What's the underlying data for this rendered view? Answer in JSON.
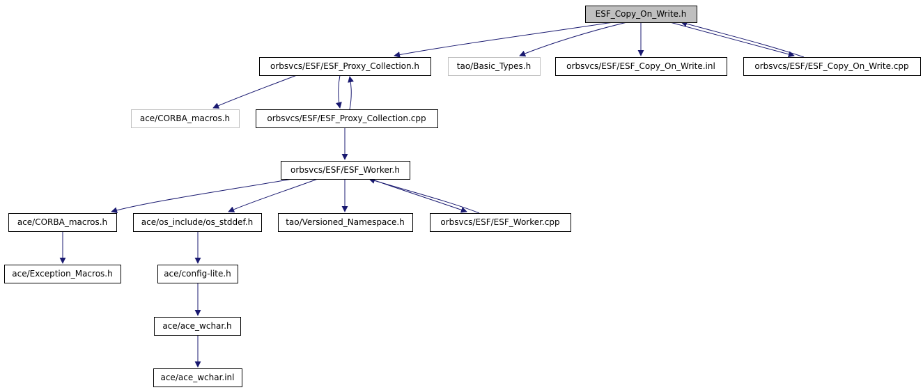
{
  "colors": {
    "edge": "#191970",
    "node_border": "#000000",
    "node_border_missing": "#bfbfbf",
    "root_fill": "#bfbfbf",
    "node_fill": "#ffffff",
    "text": "#000000"
  },
  "nodes": [
    {
      "id": "esf_copy_on_write_h",
      "label": "ESF_Copy_On_Write.h",
      "role": "root"
    },
    {
      "id": "esf_proxy_collection_h",
      "label": "orbsvcs/ESF/ESF_Proxy_Collection.h",
      "role": "normal"
    },
    {
      "id": "tao_basic_types_h",
      "label": "tao/Basic_Types.h",
      "role": "missing"
    },
    {
      "id": "esf_copy_on_write_inl",
      "label": "orbsvcs/ESF/ESF_Copy_On_Write.inl",
      "role": "normal"
    },
    {
      "id": "esf_copy_on_write_cpp",
      "label": "orbsvcs/ESF/ESF_Copy_On_Write.cpp",
      "role": "normal"
    },
    {
      "id": "ace_corba_macros_h_top",
      "label": "ace/CORBA_macros.h",
      "role": "missing"
    },
    {
      "id": "esf_proxy_collection_cpp",
      "label": "orbsvcs/ESF/ESF_Proxy_Collection.cpp",
      "role": "normal"
    },
    {
      "id": "esf_worker_h",
      "label": "orbsvcs/ESF/ESF_Worker.h",
      "role": "normal"
    },
    {
      "id": "ace_corba_macros_h",
      "label": "ace/CORBA_macros.h",
      "role": "normal"
    },
    {
      "id": "ace_os_stddef_h",
      "label": "ace/os_include/os_stddef.h",
      "role": "normal"
    },
    {
      "id": "tao_versioned_namespace_h",
      "label": "tao/Versioned_Namespace.h",
      "role": "normal"
    },
    {
      "id": "esf_worker_cpp",
      "label": "orbsvcs/ESF/ESF_Worker.cpp",
      "role": "normal"
    },
    {
      "id": "ace_exception_macros_h",
      "label": "ace/Exception_Macros.h",
      "role": "normal"
    },
    {
      "id": "ace_config_lite_h",
      "label": "ace/config-lite.h",
      "role": "normal"
    },
    {
      "id": "ace_ace_wchar_h",
      "label": "ace/ace_wchar.h",
      "role": "normal"
    },
    {
      "id": "ace_ace_wchar_inl",
      "label": "ace/ace_wchar.inl",
      "role": "normal"
    }
  ],
  "edges": [
    {
      "from": "esf_copy_on_write_h",
      "to": "esf_proxy_collection_h"
    },
    {
      "from": "esf_copy_on_write_h",
      "to": "tao_basic_types_h"
    },
    {
      "from": "esf_copy_on_write_h",
      "to": "esf_copy_on_write_inl"
    },
    {
      "from": "esf_copy_on_write_h",
      "to": "esf_copy_on_write_cpp"
    },
    {
      "from": "esf_copy_on_write_cpp",
      "to": "esf_copy_on_write_h"
    },
    {
      "from": "esf_proxy_collection_h",
      "to": "ace_corba_macros_h_top"
    },
    {
      "from": "esf_proxy_collection_h",
      "to": "esf_proxy_collection_cpp"
    },
    {
      "from": "esf_proxy_collection_cpp",
      "to": "esf_proxy_collection_h"
    },
    {
      "from": "esf_proxy_collection_cpp",
      "to": "esf_worker_h"
    },
    {
      "from": "esf_worker_h",
      "to": "ace_corba_macros_h"
    },
    {
      "from": "esf_worker_h",
      "to": "ace_os_stddef_h"
    },
    {
      "from": "esf_worker_h",
      "to": "tao_versioned_namespace_h"
    },
    {
      "from": "esf_worker_h",
      "to": "esf_worker_cpp"
    },
    {
      "from": "esf_worker_cpp",
      "to": "esf_worker_h"
    },
    {
      "from": "ace_corba_macros_h",
      "to": "ace_exception_macros_h"
    },
    {
      "from": "ace_os_stddef_h",
      "to": "ace_config_lite_h"
    },
    {
      "from": "ace_config_lite_h",
      "to": "ace_ace_wchar_h"
    },
    {
      "from": "ace_ace_wchar_h",
      "to": "ace_ace_wchar_inl"
    }
  ]
}
